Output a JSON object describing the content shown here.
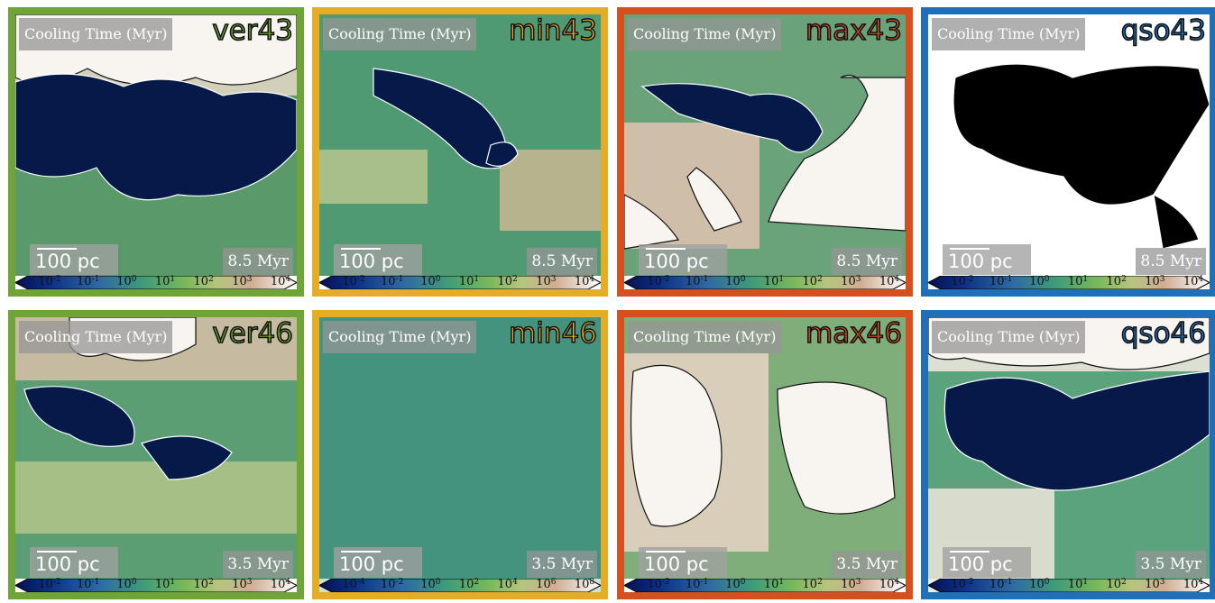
{
  "quantity_label": "Cooling Time  (Myr)",
  "scale_label": "100 pc",
  "colors": {
    "ver": "#6fa536",
    "min": "#e4ad27",
    "max": "#d4501e",
    "qso": "#1f70b8"
  },
  "colorbar_ticks_a": [
    {
      "base": "10",
      "exp": "-2"
    },
    {
      "base": "10",
      "exp": "-1"
    },
    {
      "base": "10",
      "exp": "0"
    },
    {
      "base": "10",
      "exp": "1"
    },
    {
      "base": "10",
      "exp": "2"
    },
    {
      "base": "10",
      "exp": "3"
    },
    {
      "base": "10",
      "exp": "4"
    }
  ],
  "colorbar_ticks_b": [
    {
      "base": "10",
      "exp": "-4"
    },
    {
      "base": "10",
      "exp": "-2"
    },
    {
      "base": "10",
      "exp": "0"
    },
    {
      "base": "10",
      "exp": "2"
    },
    {
      "base": "10",
      "exp": "4"
    },
    {
      "base": "10",
      "exp": "6"
    },
    {
      "base": "10",
      "exp": "8"
    }
  ],
  "panels": [
    {
      "sim": "ver43",
      "time": "8.5 Myr",
      "family": "ver",
      "ticks": "a",
      "style": "ver43"
    },
    {
      "sim": "min43",
      "time": "8.5 Myr",
      "family": "min",
      "ticks": "a",
      "style": "min43"
    },
    {
      "sim": "max43",
      "time": "8.5 Myr",
      "family": "max",
      "ticks": "a",
      "style": "max43"
    },
    {
      "sim": "qso43",
      "time": "8.5 Myr",
      "family": "qso",
      "ticks": "a",
      "style": "qso43"
    },
    {
      "sim": "ver46",
      "time": "3.5 Myr",
      "family": "ver",
      "ticks": "a",
      "style": "ver46"
    },
    {
      "sim": "min46",
      "time": "3.5 Myr",
      "family": "min",
      "ticks": "b",
      "style": "min46"
    },
    {
      "sim": "max46",
      "time": "3.5 Myr",
      "family": "max",
      "ticks": "a",
      "style": "max46"
    },
    {
      "sim": "qso46",
      "time": "3.5 Myr",
      "family": "qso",
      "ticks": "a",
      "style": "qso46"
    }
  ]
}
